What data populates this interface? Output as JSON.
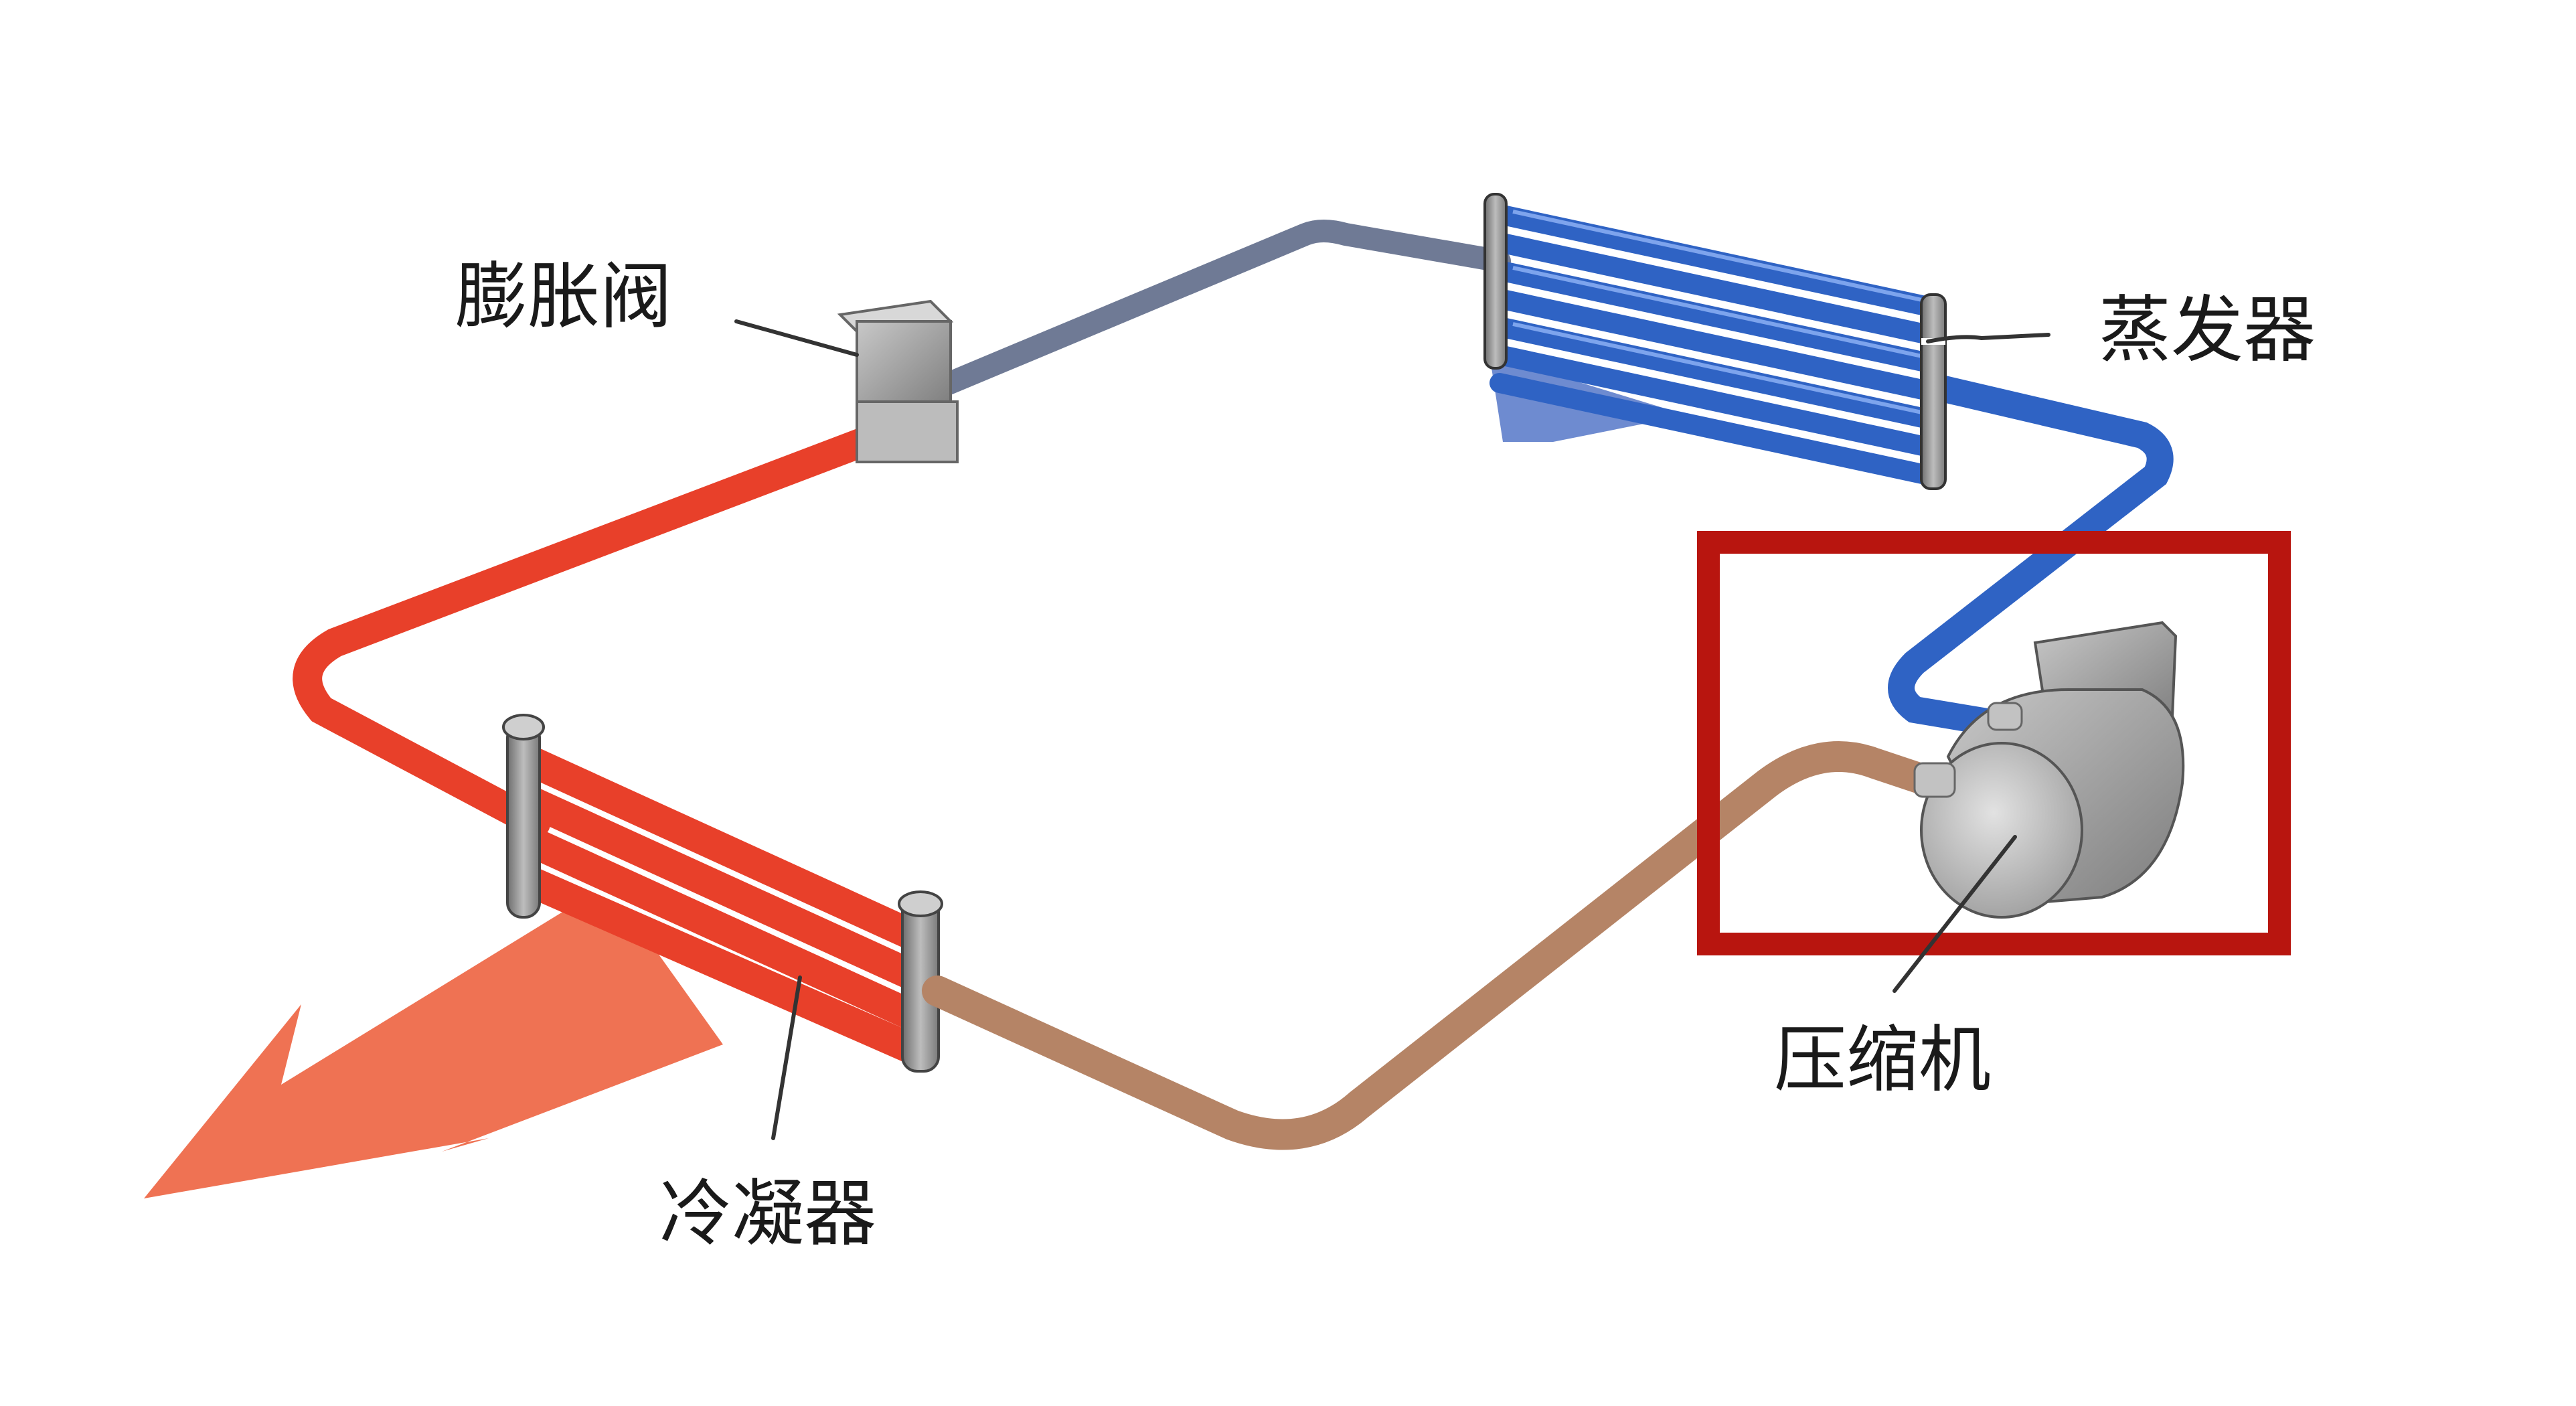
{
  "diagram": {
    "components": [
      {
        "id": "expansion-valve",
        "label": "膨胀阀"
      },
      {
        "id": "evaporator",
        "label": "蒸发器"
      },
      {
        "id": "compressor",
        "label": "压缩机"
      },
      {
        "id": "condenser",
        "label": "冷凝器"
      }
    ],
    "highlight": {
      "target": "compressor",
      "color": "#b8150f"
    },
    "colors": {
      "hot_pipe": "#e8402a",
      "cold_pipe": "#2f63c4",
      "low_pressure_pipe": "#6f7a95",
      "discharge_pipe": "#b58466",
      "heat_arrow": "#ee6a4a",
      "cool_air": "#5577c8",
      "metal": "#9a9a9a"
    }
  }
}
